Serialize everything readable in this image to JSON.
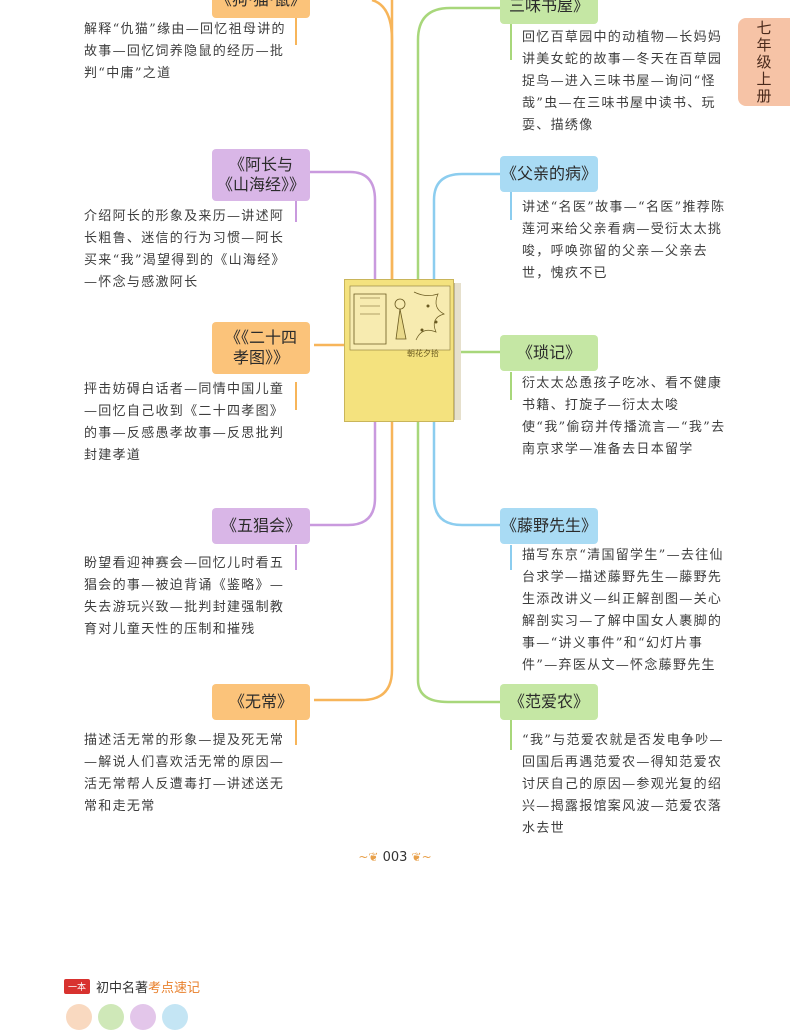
{
  "side_tab": "七年级上册",
  "book": {
    "title": "朝花夕拾"
  },
  "left": [
    {
      "title": "《狗·猫·鼠》",
      "desc": "解释“仇猫”缘由—回忆祖母讲的故事—回忆饲养隐鼠的经历—批判“中庸”之道"
    },
    {
      "title": "《阿长与《山海经》》",
      "desc": "介绍阿长的形象及来历—讲述阿长粗鲁、迷信的行为习惯—阿长买来“我”渴望得到的《山海经》—怀念与感激阿长"
    },
    {
      "title": "《《二十四孝图》》",
      "desc": "抨击妨碍白话者—同情中国儿童—回忆自己收到《二十四孝图》的事—反感愚孝故事—反思批判封建孝道"
    },
    {
      "title": "《五猖会》",
      "desc": "盼望看迎神赛会—回忆儿时看五猖会的事—被迫背诵《鉴略》—失去游玩兴致—批判封建强制教育对儿童天性的压制和摧残"
    },
    {
      "title": "《无常》",
      "desc": "描述活无常的形象—提及死无常—解说人们喜欢活无常的原因—活无常帮人反遭毒打—讲述送无常和走无常"
    }
  ],
  "right": [
    {
      "title": "《从百草园到三味书屋》",
      "desc": "回忆百草园中的动植物—长妈妈讲美女蛇的故事—冬天在百草园捉鸟—进入三味书屋—询问“怪哉”虫—在三味书屋中读书、玩耍、描绣像"
    },
    {
      "title": "《父亲的病》",
      "desc": "讲述“名医”故事—“名医”推荐陈莲河来给父亲看病—受衍太太挑唆，呼唤弥留的父亲—父亲去世，愧疚不已"
    },
    {
      "title": "《琐记》",
      "desc": "衍太太怂恿孩子吃冰、看不健康书籍、打旋子—衍太太唆使“我”偷窃并传播流言—“我”去南京求学—准备去日本留学"
    },
    {
      "title": "《藤野先生》",
      "desc": "描写东京“清国留学生”—去往仙台求学—描述藤野先生—藤野先生添改讲义—纠正解剖图—关心解剖实习—了解中国女人裹脚的事—“讲义事件”和“幻灯片事件”—弃医从文—怀念藤野先生"
    },
    {
      "title": "《范爱农》",
      "desc": "“我”与范爱农就是否发电争吵—回国后再遇范爱农—得知范爱农讨厌自己的原因—参观光复的绍兴—揭露报馆案风波—范爱农落水去世"
    }
  ],
  "left_tags_display": [
    "《狗·猫·鼠》",
    "《阿长与\n《山海经》》",
    "《《二十四\n孝图》》",
    "《五猖会》",
    "《无常》"
  ],
  "right_tags_display": [
    "三味书屋》",
    "《父亲的病》",
    "《琐记》",
    "《藤野先生》",
    "《范爱农》"
  ],
  "page_number": "003",
  "footer": {
    "logo": "一本",
    "text_a": "初中名著",
    "text_b": "考点速记"
  },
  "colors": {
    "orange": "#fbc37a",
    "purple": "#d9b6e7",
    "green": "#c5e7a4",
    "blue": "#a9dbf4"
  }
}
